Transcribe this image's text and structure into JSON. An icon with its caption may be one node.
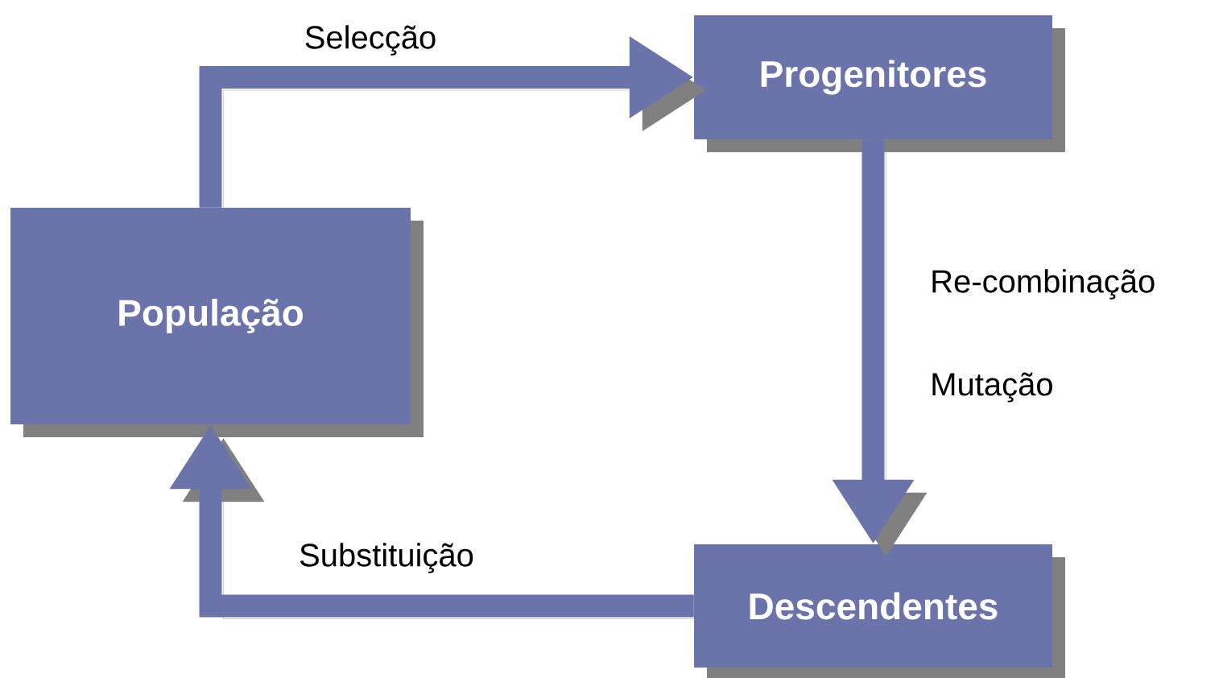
{
  "diagram": {
    "nodes": [
      {
        "text": [
          "População"
        ]
      },
      {
        "text": [
          "Progenitores"
        ]
      },
      {
        "text": [
          "Descendentes"
        ]
      }
    ],
    "edges": [
      {
        "from": 0,
        "to": 1,
        "arrow": "to",
        "label": "Selecção"
      },
      {
        "from": 1,
        "to": 2,
        "arrow": "to",
        "label": "Re-combinação"
      },
      {
        "from": 2,
        "to": 0,
        "arrow": "to",
        "label": "Substituição"
      }
    ],
    "labels": [
      "Mutação"
    ]
  }
}
